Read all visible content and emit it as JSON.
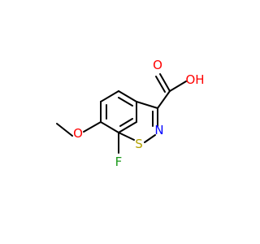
{
  "structure": {
    "atoms": {
      "oxygen_carbonyl": "O",
      "hydroxyl": "OH",
      "nitrogen": "N",
      "sulfur": "S",
      "fluorine": "F",
      "oxygen_methoxy": "O"
    },
    "colors": {
      "oxygen": "#ff0000",
      "nitrogen": "#0000ff",
      "sulfur": "#b3a100",
      "fluorine": "#1a9a1a",
      "bond": "#000000"
    }
  }
}
